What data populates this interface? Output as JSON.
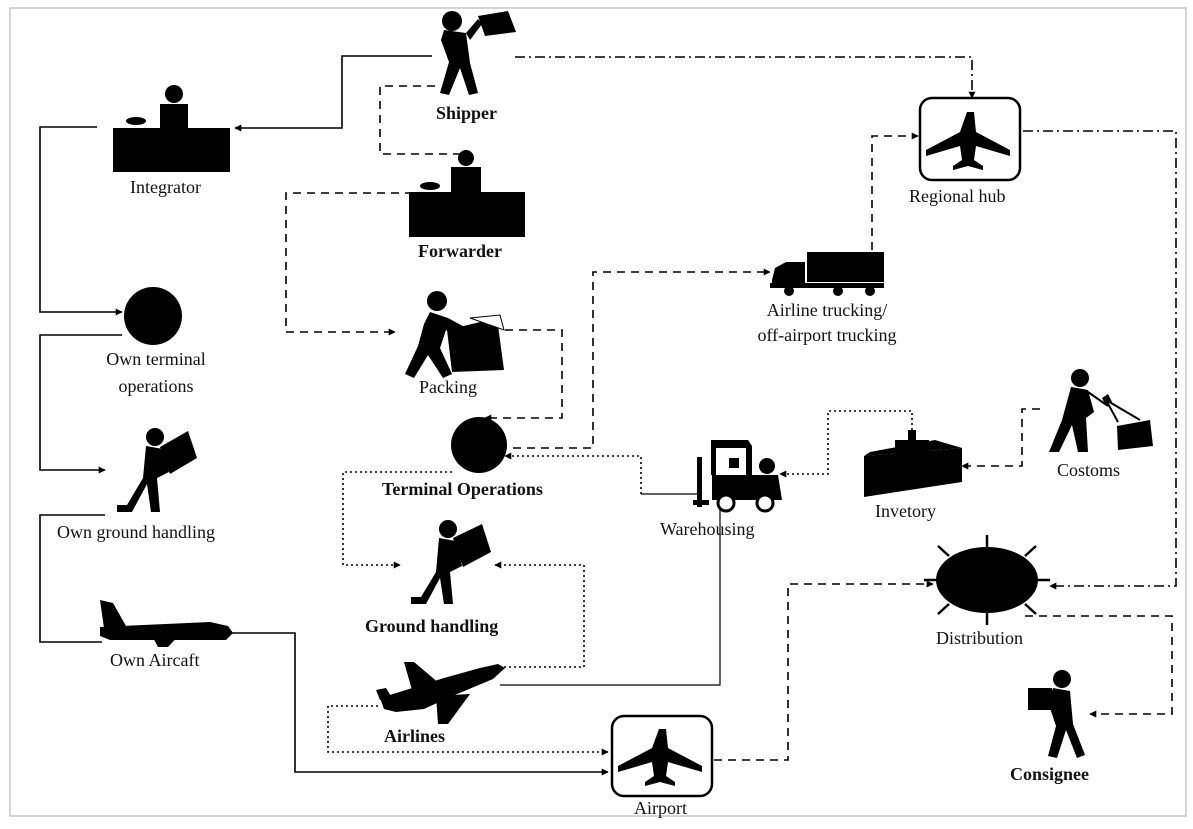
{
  "diagram": {
    "nodes": {
      "shipper": "Shipper",
      "integrator": "Integrator",
      "forwarder": "Forwarder",
      "regional_hub": "Regional hub",
      "own_terminal_line1": "Own terminal",
      "own_terminal_line2": "operations",
      "packing": "Packing",
      "airline_trucking_line1": "Airline trucking/",
      "airline_trucking_line2": "off-airport trucking",
      "terminal_operations": "Terminal Operations",
      "own_ground_handling": "Own ground handling",
      "warehousing": "Warehousing",
      "invetory": "Invetory",
      "costoms": "Costoms",
      "ground_handling": "Ground handling",
      "own_aircaft": "Own Aircaft",
      "distribution": "Distribution",
      "airlines": "Airlines",
      "airport": "Airport",
      "consignee": "Consignee"
    },
    "line_styles": [
      "solid",
      "dashed",
      "dotted",
      "dash-dot"
    ],
    "colors": {
      "ink": "#000000",
      "background": "#ffffff",
      "frame": "#c8c8c8"
    }
  }
}
